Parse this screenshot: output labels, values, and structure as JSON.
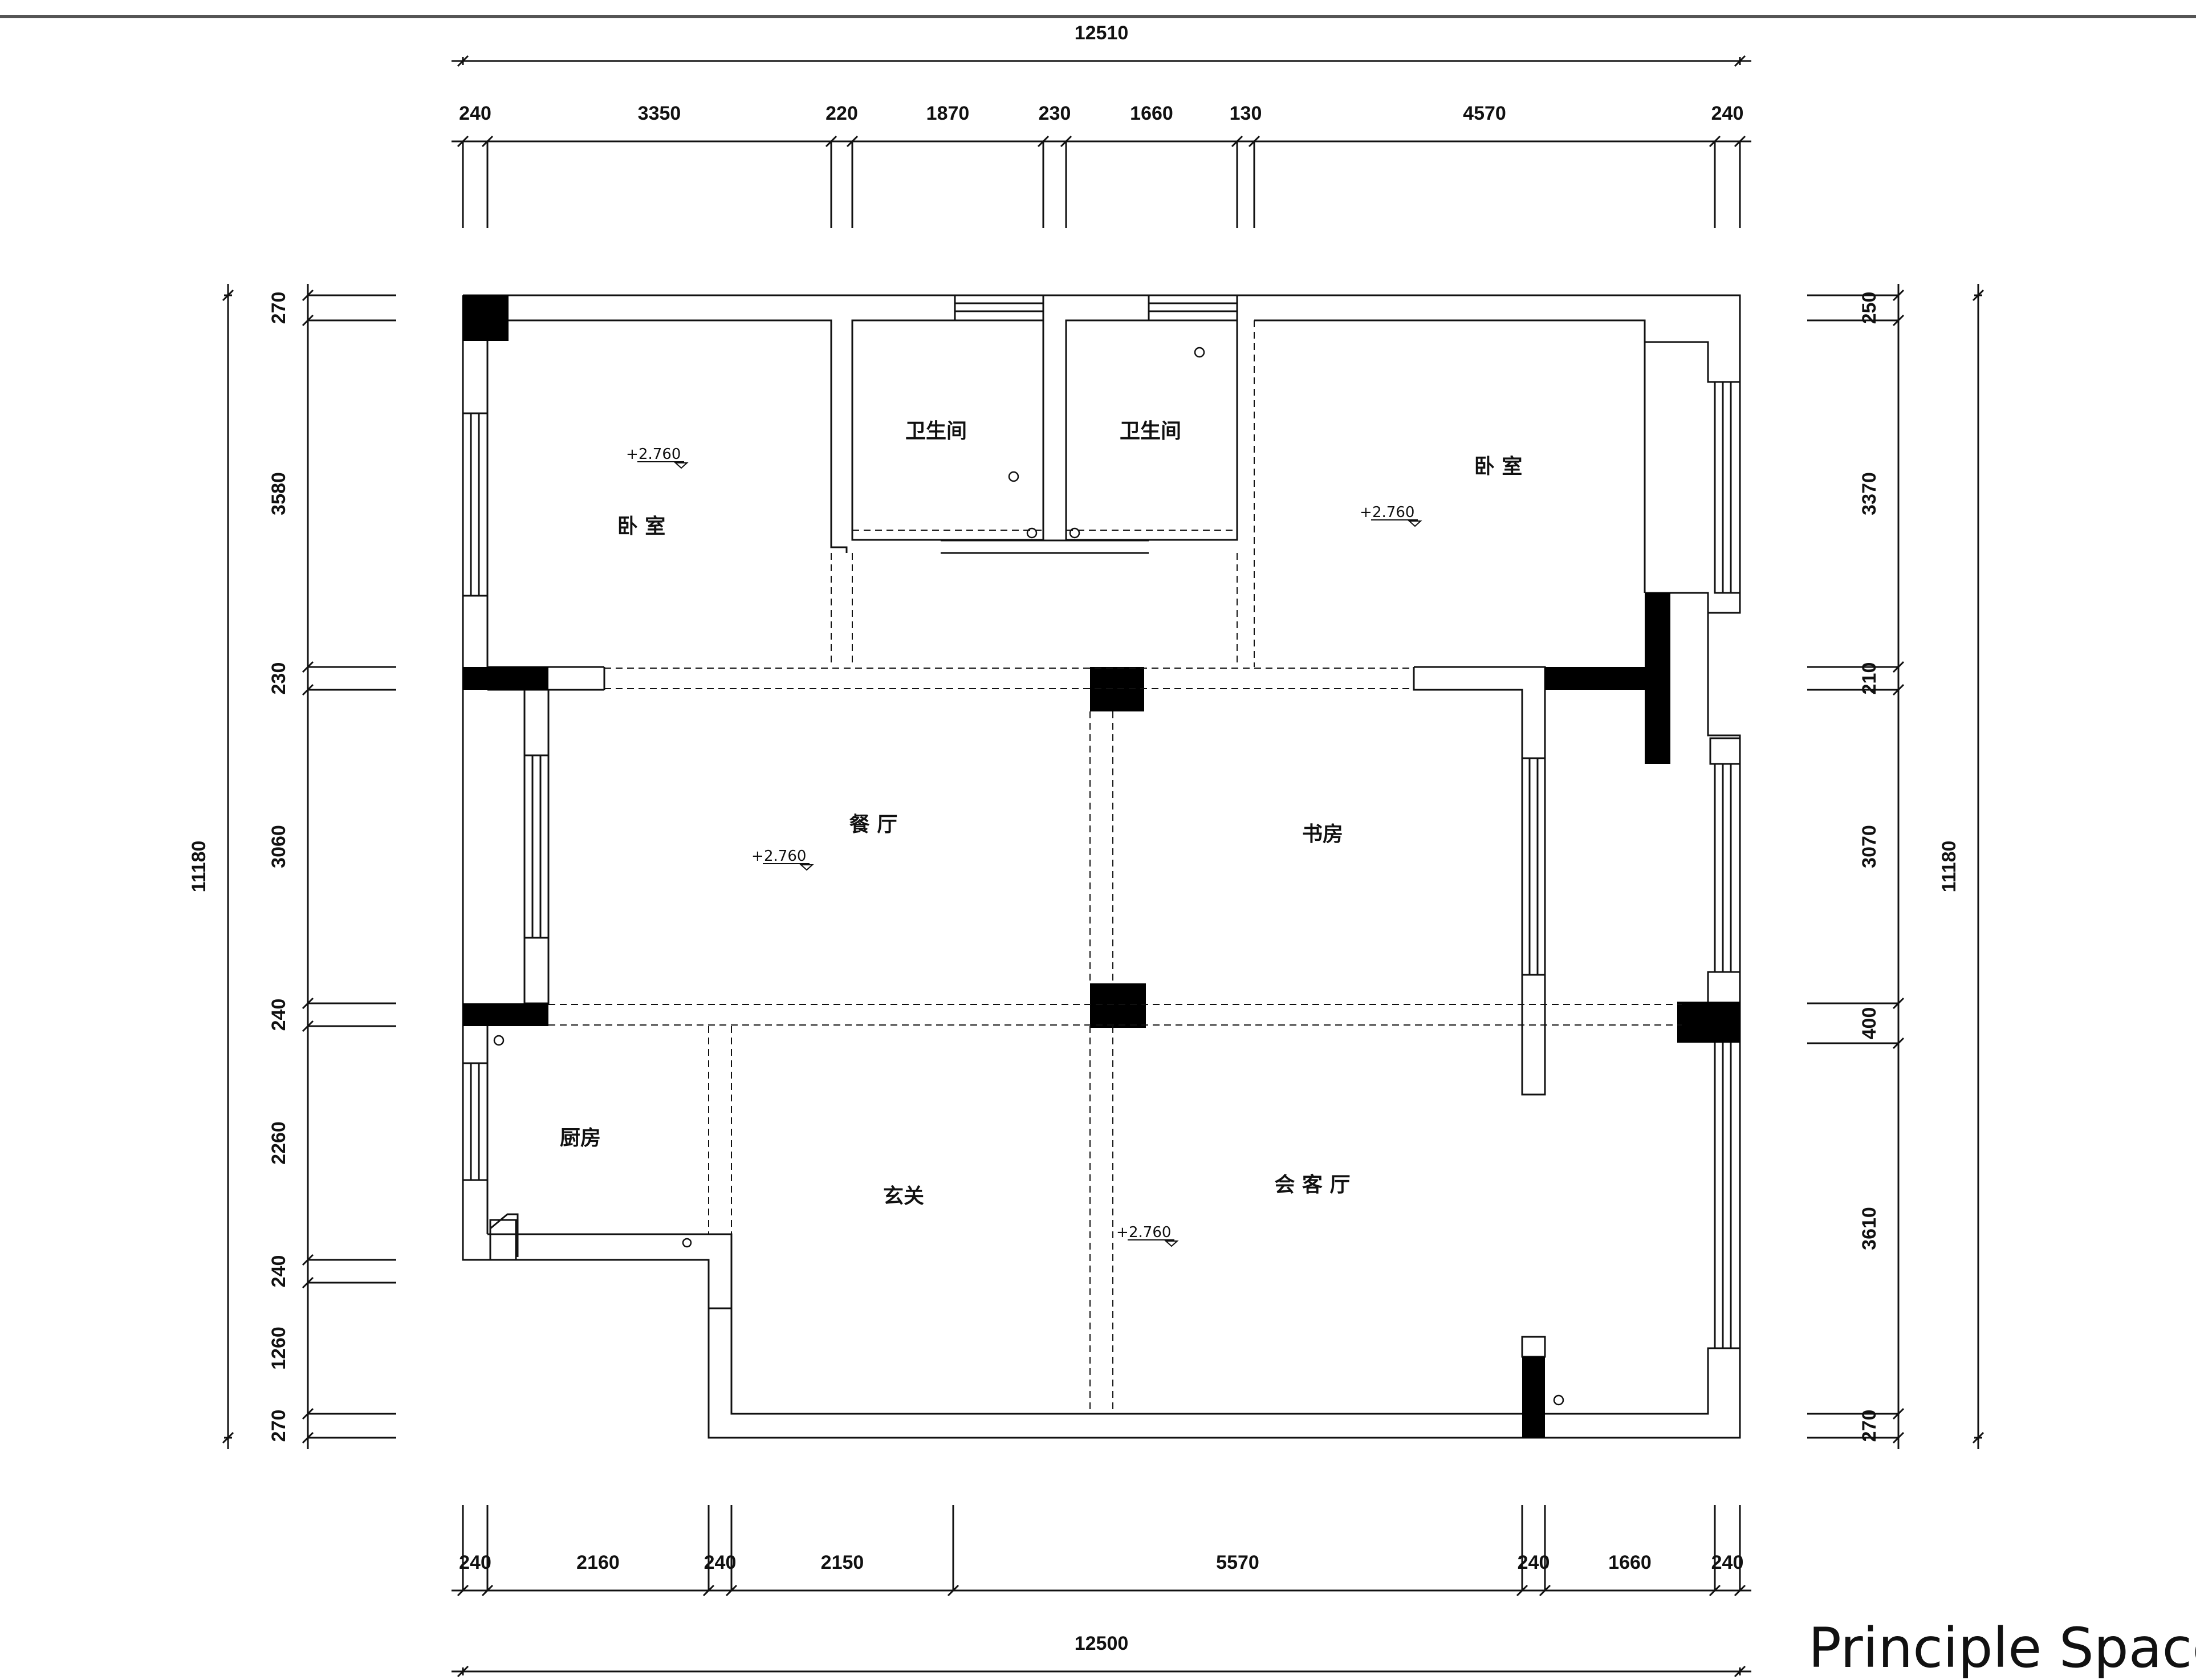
{
  "dimensions": {
    "top_total": "12510",
    "top": [
      "240",
      "3350",
      "220",
      "1870",
      "230",
      "1660",
      "130",
      "4570",
      "240"
    ],
    "bottom_total": "12500",
    "bottom": [
      "240",
      "2160",
      "240",
      "2150",
      "5570",
      "240",
      "1660",
      "240"
    ],
    "left_total": "11180",
    "left": [
      "270",
      "3580",
      "230",
      "3060",
      "240",
      "2260",
      "240",
      "1260",
      "270"
    ],
    "right_total": "11180",
    "right": [
      "250",
      "3370",
      "210",
      "3070",
      "400",
      "3610",
      "270"
    ]
  },
  "rooms": {
    "bedroom_left": "卧  室",
    "bathroom_1": "卫生间",
    "bathroom_2": "卫生间",
    "bedroom_right": "卧  室",
    "dining": "餐  厅",
    "study": "书房",
    "kitchen": "厨房",
    "foyer": "玄关",
    "living": "会 客 厅"
  },
  "elevation": {
    "value": "2.760",
    "sign": "+"
  },
  "caption": "Principle  Space"
}
